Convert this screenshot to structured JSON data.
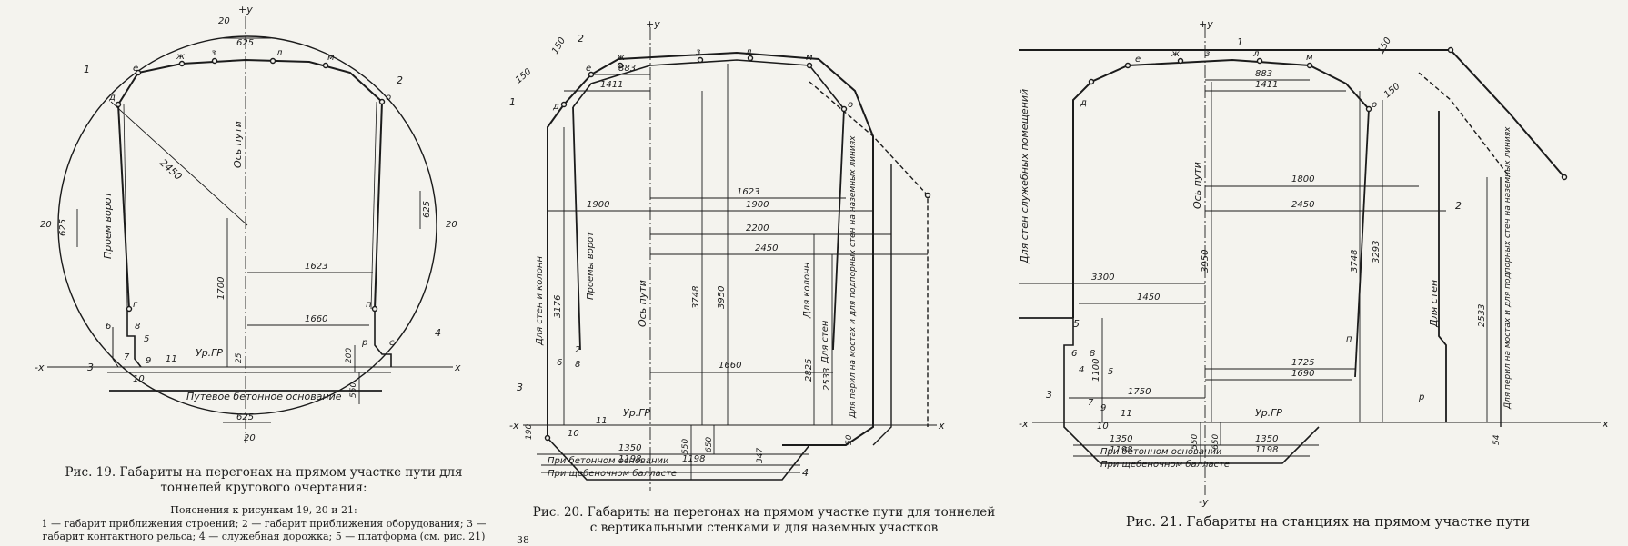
{
  "fig19": {
    "caption": "Рис. 19. Габариты на перегонах на прямом участке пути для тоннелей кругового очертания:",
    "expl_title": "Пояснения к рисункам 19, 20 и 21:",
    "expl_text": "1 — габарит приближения строений; 2 — габарит приближения оборудования; 3 — габарит контактного рельса; 4 — служебная дорожка; 5 — платформа (см. рис. 21)",
    "labels": {
      "axis_y": "+y",
      "axis_x_neg": "-x",
      "axis_x_pos": "x",
      "track_axis": "Ось пути",
      "gate": "Проем ворот",
      "rail_level": "Ур.ГР",
      "base": "Путевое бетонное основание",
      "d625": "625",
      "d625b": "625",
      "d625l": "625",
      "d625r": "625",
      "d20t": "20",
      "d20b": "20",
      "d20l": "20",
      "d20r": "20",
      "d2450": "2450",
      "d1623": "1623",
      "d1700": "1700",
      "d1660": "1660",
      "d200": "200",
      "d550": "550",
      "d25": "25",
      "n1": "1",
      "n2": "2",
      "n3": "3",
      "n4": "4",
      "pz": "з",
      "pl": "л",
      "pzh": "ж",
      "pm": "м",
      "pe": "е",
      "pd": "д",
      "po": "о",
      "pg": "г",
      "pp": "п",
      "p6": "6",
      "p8": "8",
      "p5": "5",
      "p7": "7",
      "p9": "9",
      "p10": "10",
      "p11": "11",
      "pr": "р",
      "pc": "с"
    }
  },
  "fig20": {
    "caption": "Рис. 20. Габариты на перегонах на прямом участке пути для тоннелей с вертикальными стенками и для наземных участков",
    "labels": {
      "axis_y": "+y",
      "axis_x_neg": "-x",
      "axis_x_pos": "x",
      "track_axis": "Ось пути",
      "gates": "Проемы ворот",
      "walls_columns": "Для стен и колонн",
      "columns": "Для колонн",
      "walls": "Для стен",
      "railings": "Для перил на мостах и для подпорных стен на наземных линиях",
      "rail_level": "Ур.ГР",
      "concrete_base": "При бетонном основании",
      "gravel_ballast": "При щебеночном балласте",
      "d883": "883",
      "d1411": "1411",
      "d150a": "150",
      "d150b": "150",
      "d1623": "1623",
      "d1900a": "1900",
      "d1900b": "1900",
      "d2200": "2200",
      "d2450": "2450",
      "d3176": "3176",
      "d3748": "3748",
      "d3950": "3950",
      "d2825": "2825",
      "d2533": "2533",
      "d1660": "1660",
      "d1350": "1350",
      "d1198a": "1198",
      "d1198b": "1198",
      "d550": "550",
      "d650": "650",
      "d347": "347",
      "d190": "190",
      "d50": "50",
      "n1": "1",
      "n2": "2",
      "n3": "3",
      "n4": "4",
      "pe": "е",
      "pzh": "ж",
      "pd": "д",
      "pl": "л",
      "pz": "з",
      "pm": "м",
      "po": "о",
      "p2": "2",
      "p6": "6",
      "p8": "8",
      "p10": "10",
      "p11": "11"
    }
  },
  "fig21": {
    "caption": "Рис. 21. Габариты на станциях на прямом участке пути",
    "labels": {
      "axis_y": "+y",
      "axis_y_neg": "-y",
      "axis_x_neg": "-x",
      "axis_x_pos": "x",
      "track_axis": "Ось пути",
      "service_walls": "Для стен служебных помещений",
      "walls": "Для стен",
      "railings": "Для перил на мостах и для подпорных стен на наземных линиях",
      "rail_level": "Ур.ГР",
      "concrete_base": "При бетонном основании",
      "gravel_ballast": "При щебеночном балласте",
      "d883": "883",
      "d1411": "1411",
      "d150a": "150",
      "d150b": "150",
      "d1800": "1800",
      "d2450": "2450",
      "d3300": "3300",
      "d1450": "1450",
      "d3950": "3950",
      "d3748": "3748",
      "d3293": "3293",
      "d2533": "2533",
      "d1100": "1100",
      "d1725": "1725",
      "d1690": "1690",
      "d1750": "1750",
      "d1350a": "1350",
      "d1350b": "1350",
      "d1198a": "1198",
      "d1198b": "1198",
      "d550": "550",
      "d650": "650",
      "d54": "54",
      "n1": "1",
      "n2": "2",
      "n3": "3",
      "n5": "5",
      "pe": "е",
      "pzh": "ж",
      "pz": "з",
      "pl": "л",
      "pm": "м",
      "pd": "д",
      "po": "о",
      "pn": "п",
      "p4": "4",
      "p5": "5",
      "p6": "6",
      "p8": "8",
      "p7": "7",
      "p9": "9",
      "p10": "10",
      "p11": "11",
      "pr": "р"
    }
  },
  "page_number": "38"
}
